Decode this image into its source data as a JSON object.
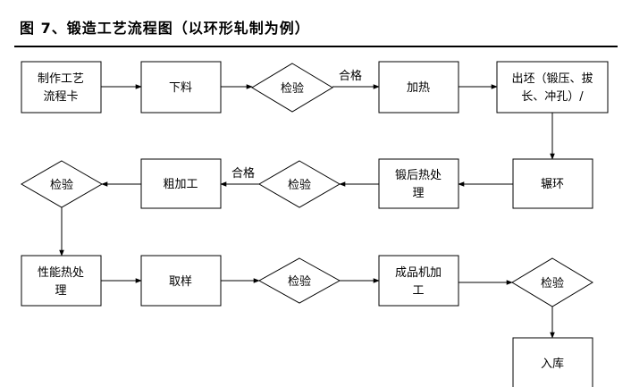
{
  "title": "图 7、锻造工艺流程图（以环形轧制为例）",
  "nodes": {
    "card": [
      "制作工艺",
      "流程卡"
    ],
    "blanking": [
      "下料"
    ],
    "inspect1": [
      "检验"
    ],
    "heating": [
      "加热"
    ],
    "billet": [
      "出坯（锻压、拔",
      "长、冲孔）/"
    ],
    "rolling": [
      "辗环"
    ],
    "post_heat": [
      "锻后热处",
      "理"
    ],
    "inspect2": [
      "检验"
    ],
    "rough": [
      "粗加工"
    ],
    "inspect3": [
      "检验"
    ],
    "perf_heat": [
      "性能热处",
      "理"
    ],
    "sampling": [
      "取样"
    ],
    "inspect4": [
      "检验"
    ],
    "finish": [
      "成品机加",
      "工"
    ],
    "inspect5": [
      "检验"
    ],
    "storage": [
      "入库"
    ]
  },
  "edge_labels": {
    "pass1": "合格",
    "pass2": "合格"
  }
}
